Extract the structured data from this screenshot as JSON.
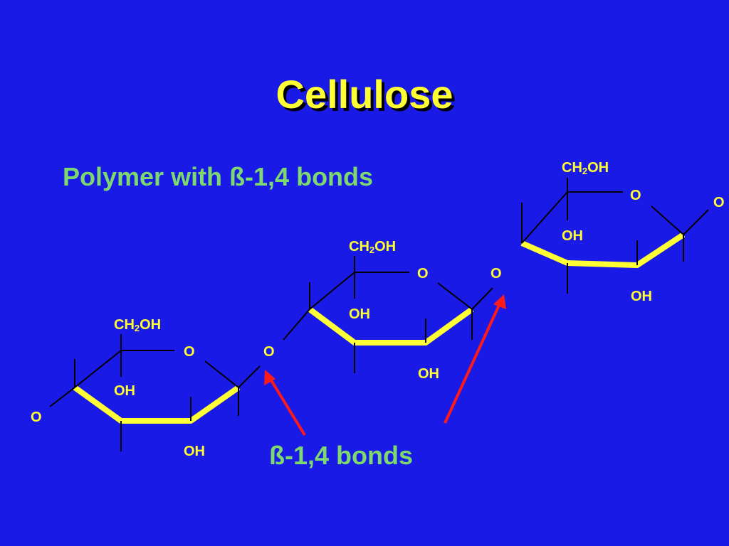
{
  "title": "Cellulose",
  "subtitle": "Polymer with ß-1,4 bonds",
  "bonds_label": "ß-1,4 bonds",
  "atoms": {
    "ring1": {
      "ch2oh_a": "CH",
      "ch2oh_sub": "2",
      "ch2oh_b": "OH",
      "ring_o": "O",
      "oh_top": "OH",
      "oh_bottom": "OH",
      "left_o": "O"
    },
    "link1": "O",
    "ring2": {
      "ch2oh_a": "CH",
      "ch2oh_sub": "2",
      "ch2oh_b": "OH",
      "ring_o": "O",
      "oh_top": "OH",
      "oh_bottom": "OH"
    },
    "link2": "O",
    "ring3": {
      "ch2oh_a": "CH",
      "ch2oh_sub": "2",
      "ch2oh_b": "OH",
      "ring_o": "O",
      "oh_top": "OH",
      "oh_bottom": "OH",
      "right_o": "O"
    }
  },
  "colors": {
    "background": "#1a1ae6",
    "title": "#ffff33",
    "label": "#7dd870",
    "bond": "#000000",
    "ring_edge": "#ffff33",
    "arrow": "#ff1a1a"
  }
}
